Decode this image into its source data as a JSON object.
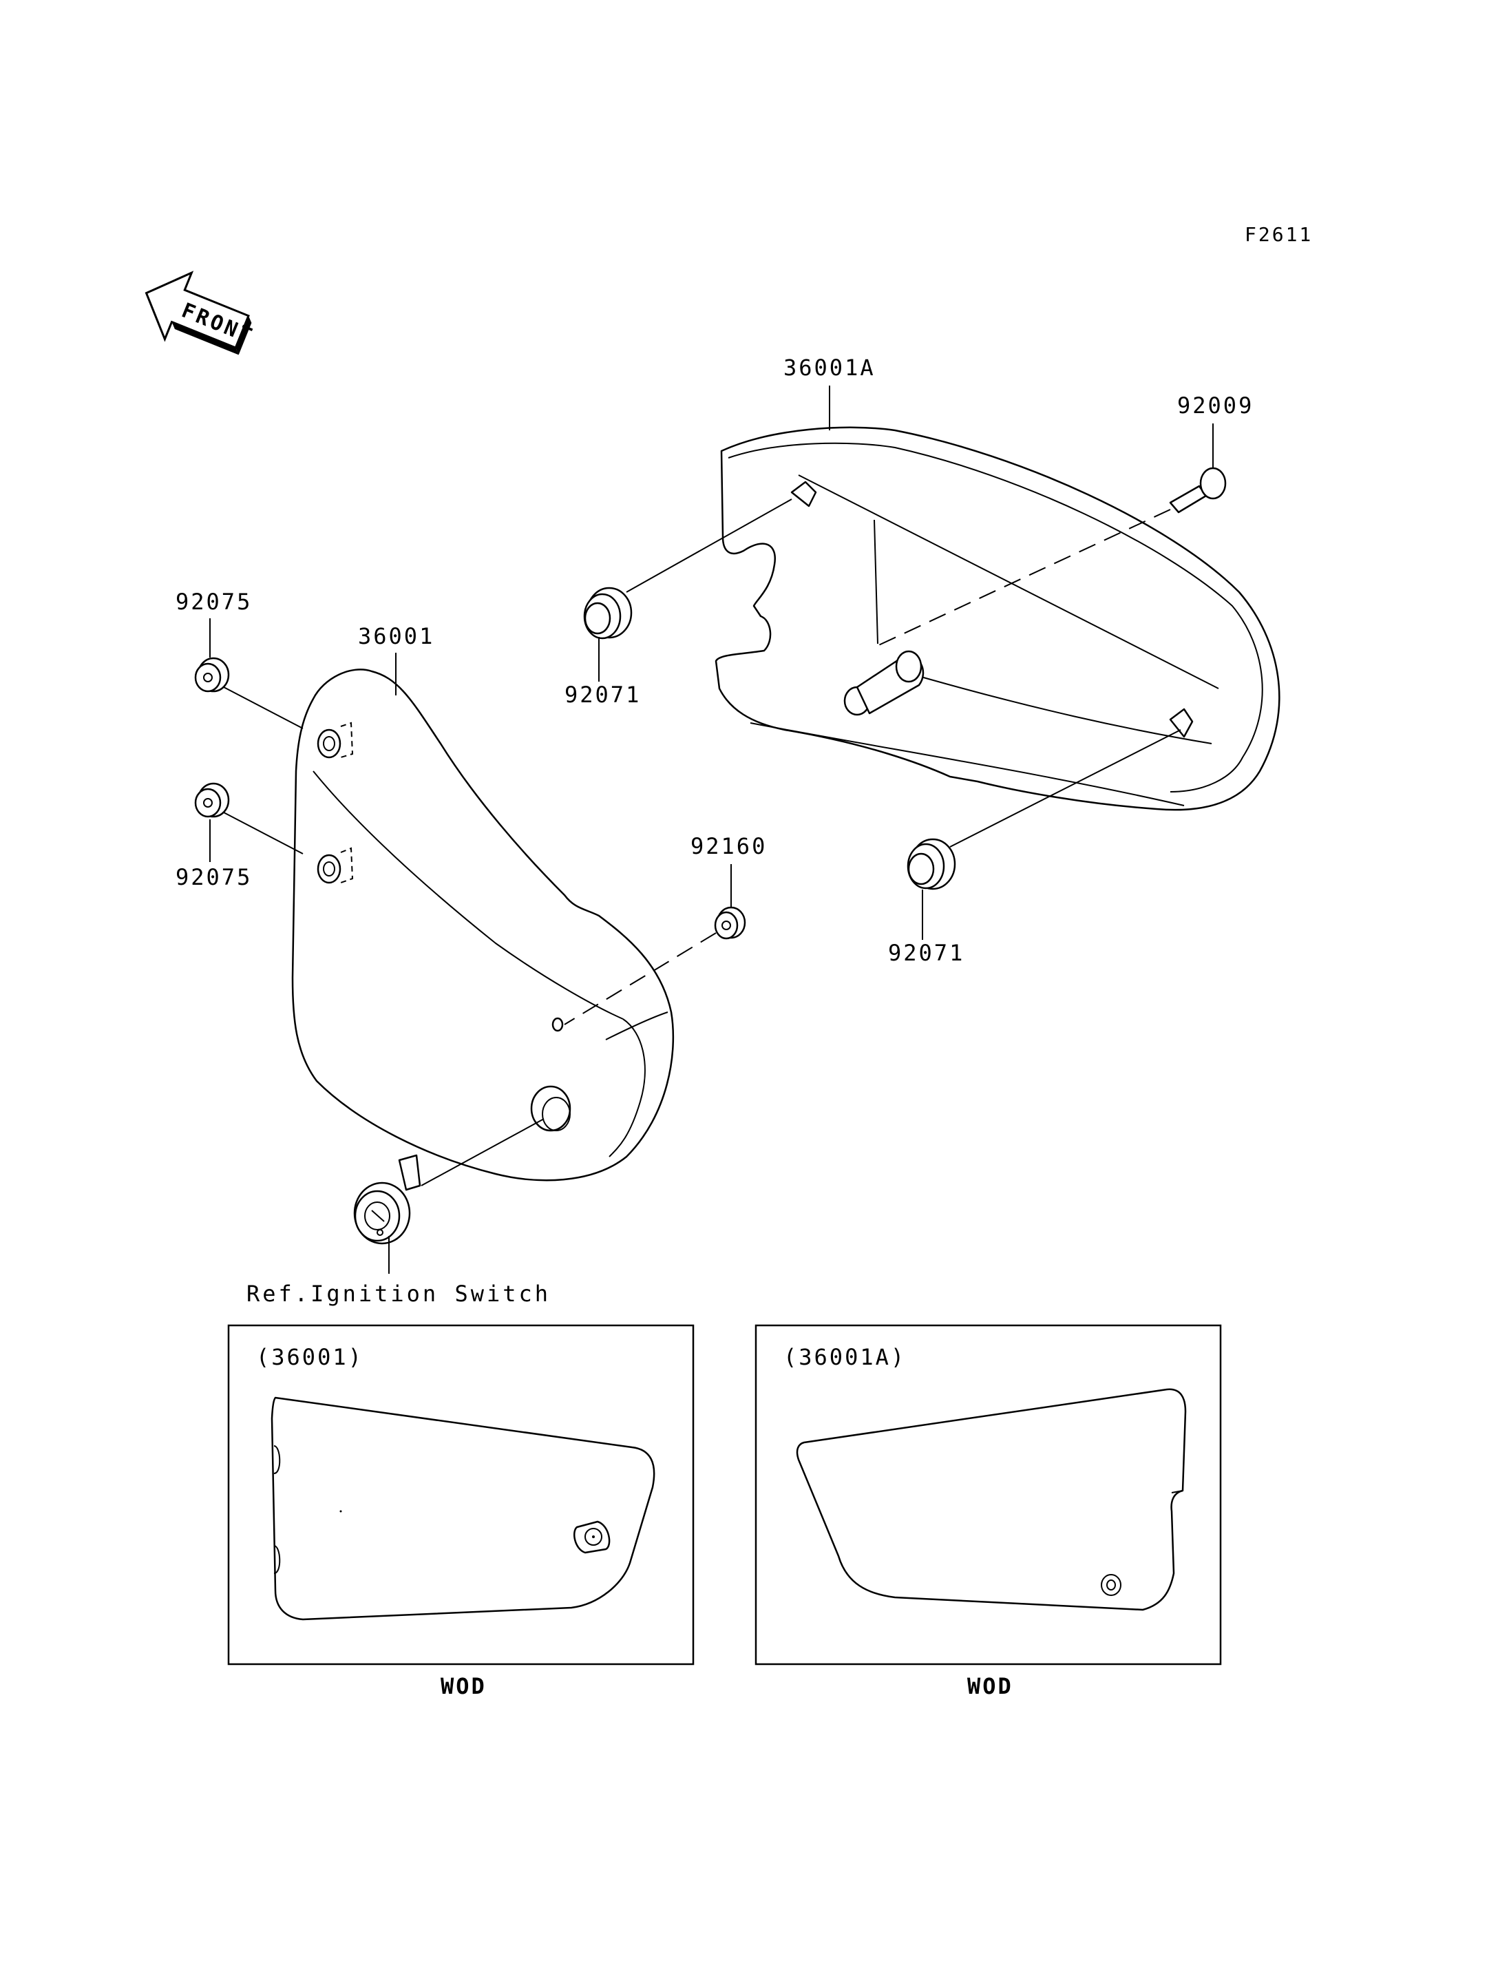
{
  "figure_code": "F2611",
  "front_label": "FRONT",
  "callouts": {
    "cover_right": "36001A",
    "bolt": "92009",
    "grommet_right_upper": "92071",
    "grommet_right_lower": "92071",
    "cover_left": "36001",
    "grommet_left_upper": "92075",
    "grommet_left_lower": "92075",
    "grommet_92160": "92160",
    "ignition_ref": "Ref.Ignition Switch"
  },
  "insets": [
    {
      "label": "(36001)",
      "caption": "WOD"
    },
    {
      "label": "(36001A)",
      "caption": "WOD"
    }
  ]
}
